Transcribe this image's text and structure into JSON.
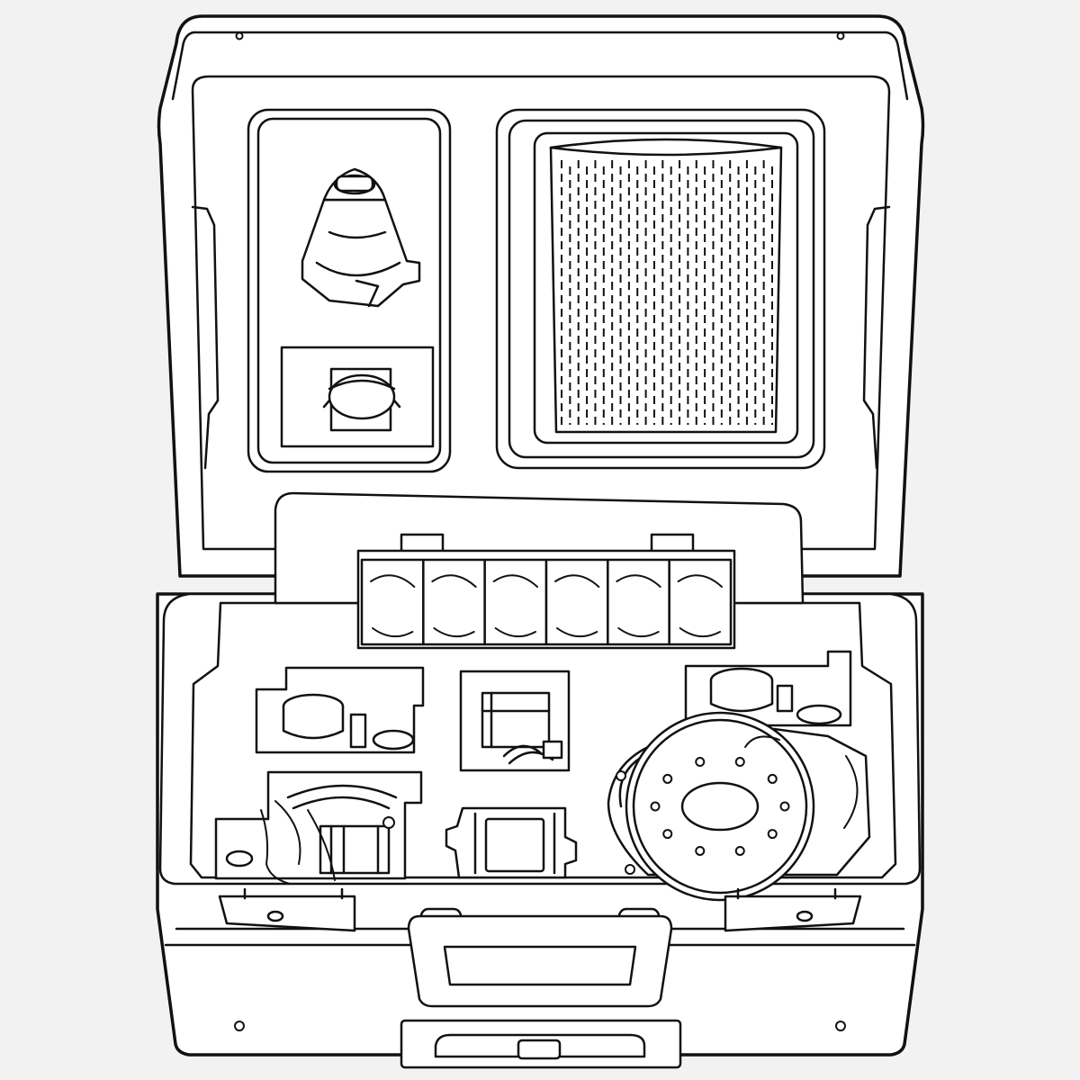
{
  "illustration": {
    "subject": "open-equipment-case",
    "style": "black-line-art",
    "colors": {
      "background": "#f2f2f2",
      "line": "#111111",
      "fill": "#ffffff"
    },
    "lid": {
      "left_pocket_items": [
        "nozzle-icon",
        "lens-icon"
      ],
      "right_panel": "filter-mesh-icon"
    },
    "base": {
      "tray_slot_count": 6,
      "compartments": [
        "cap-holder-left",
        "transformer-module",
        "cap-holder-right",
        "valve-assembly",
        "clip-bracket",
        "burner-plate"
      ],
      "burner_plate_bolt_holes": 10
    },
    "latches": [
      "left-latch",
      "right-latch"
    ],
    "handles": [
      "front-handle",
      "bottom-handle"
    ]
  }
}
